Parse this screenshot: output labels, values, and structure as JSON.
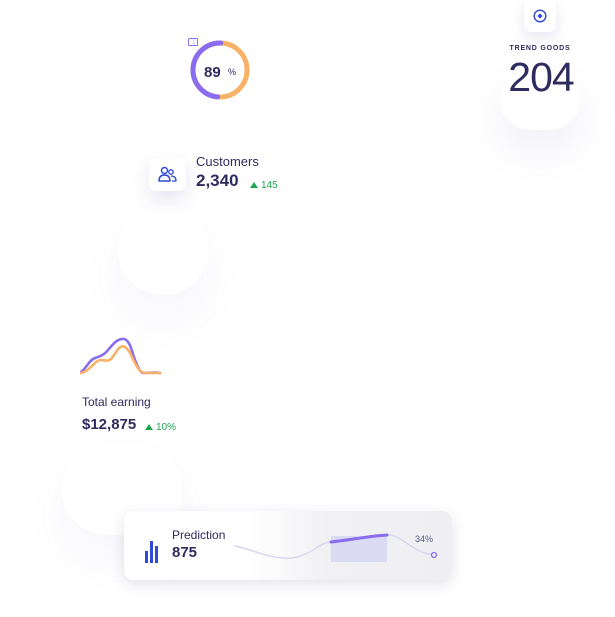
{
  "progress": {
    "value": "89",
    "unit": "%",
    "fraction": 0.89,
    "icon": "ticket-icon",
    "colors": {
      "primary": "#8a6cf0",
      "secondary": "#f7b267"
    }
  },
  "trend_goods": {
    "label": "TREND GOODS",
    "value": "204",
    "icon": "target-icon"
  },
  "customers": {
    "label": "Customers",
    "value": "2,340",
    "delta": "145",
    "icon": "users-icon"
  },
  "earning": {
    "label": "Total earning",
    "value": "$12,875",
    "delta": "10%",
    "colors": {
      "line_a": "#8a6cf0",
      "line_b": "#f7b267"
    }
  },
  "prediction": {
    "label": "Prediction",
    "value": "875",
    "percent": "34%",
    "icon": "bar-chart-icon"
  },
  "colors": {
    "text": "#2e2b5f",
    "positive": "#1fa44f",
    "accent": "#2f4ad6"
  }
}
